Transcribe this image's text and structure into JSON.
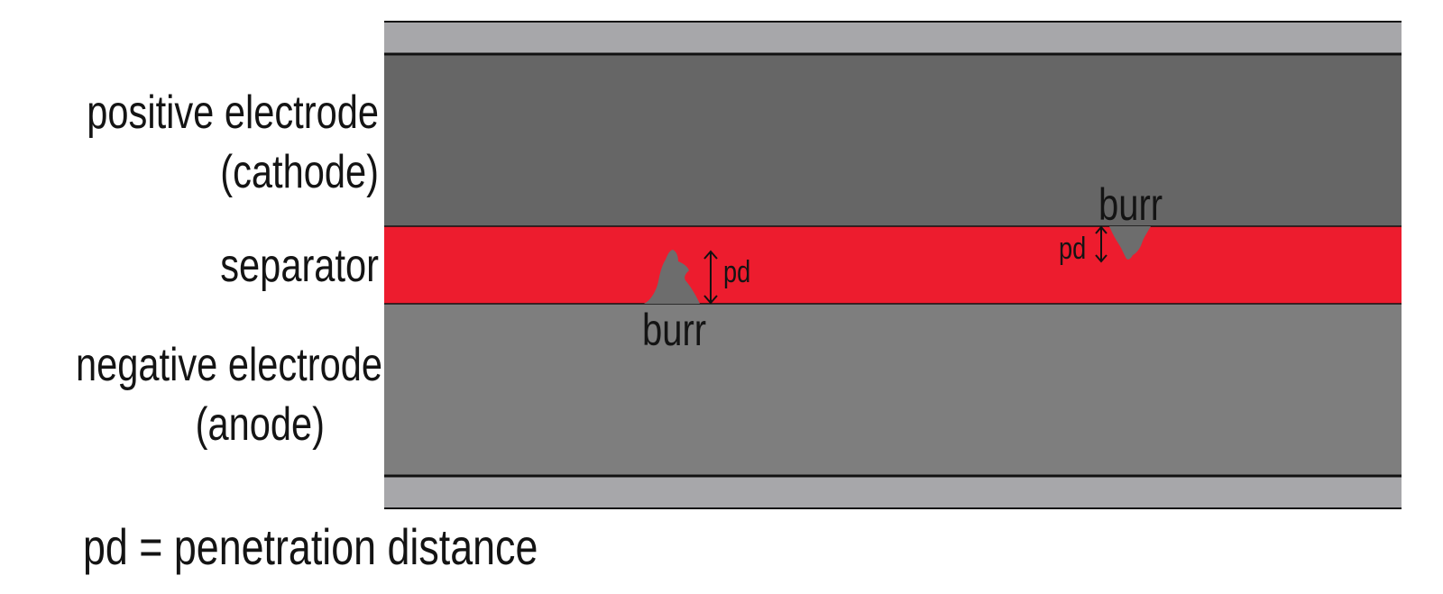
{
  "labels": {
    "cathode_line1": "positive electrode",
    "cathode_line2": "(cathode)",
    "separator": "separator",
    "anode_line1": "negative electrode",
    "anode_line2": "(anode)"
  },
  "burrs": [
    {
      "label": "burr",
      "measure": "pd"
    },
    {
      "label": "burr",
      "measure": "pd"
    }
  ],
  "footnote": "pd = penetration distance",
  "colors": {
    "current_collector": "#a7a7aa",
    "cathode": "#666666",
    "separator": "#ed1c2e",
    "anode": "#7e7e7e",
    "burr": "#6d6d6d",
    "line": "#111111"
  }
}
